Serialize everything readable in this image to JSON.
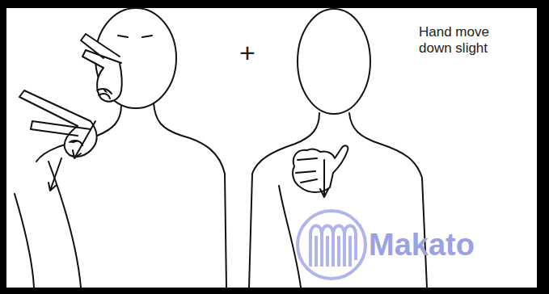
{
  "diagram": {
    "labels": [
      "+",
      "Hand move down slight",
      "Makato"
    ]
  }
}
